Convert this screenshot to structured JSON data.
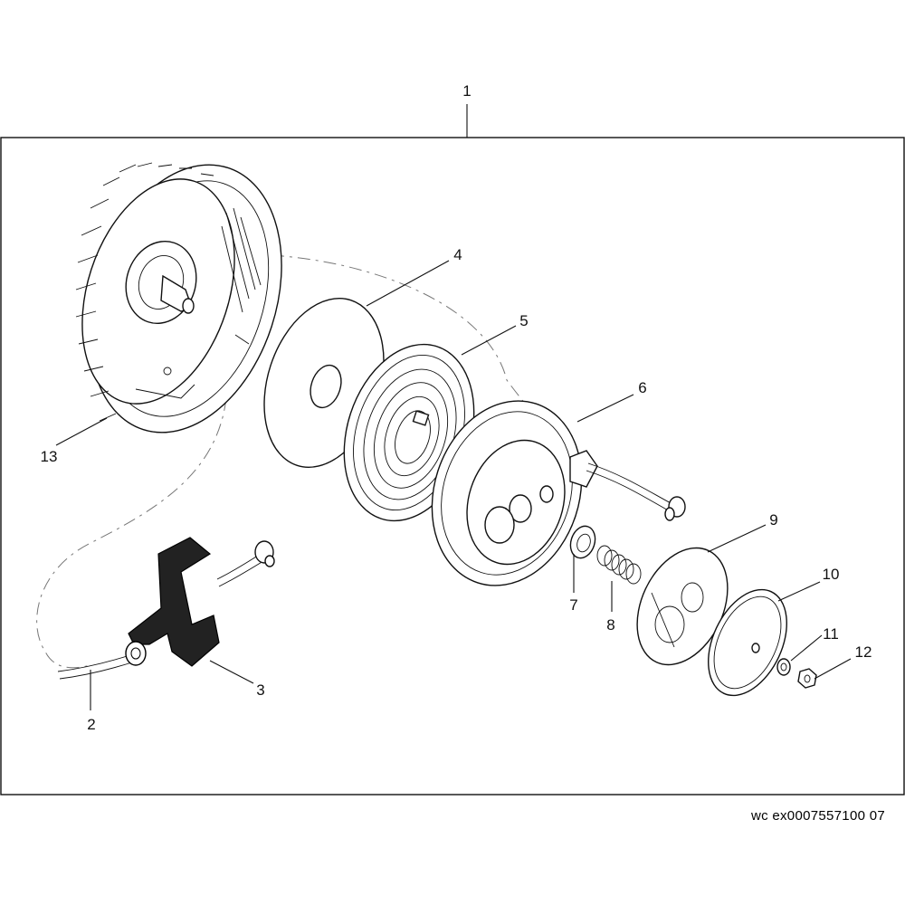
{
  "drawing": {
    "reference_code": "wc  ex0007557100  07"
  },
  "callouts": [
    {
      "id": "c1",
      "label": "1"
    },
    {
      "id": "c2",
      "label": "2"
    },
    {
      "id": "c3",
      "label": "3"
    },
    {
      "id": "c4",
      "label": "4"
    },
    {
      "id": "c5",
      "label": "5"
    },
    {
      "id": "c6",
      "label": "6"
    },
    {
      "id": "c7",
      "label": "7"
    },
    {
      "id": "c8",
      "label": "8"
    },
    {
      "id": "c9",
      "label": "9"
    },
    {
      "id": "c10",
      "label": "10"
    },
    {
      "id": "c11",
      "label": "11"
    },
    {
      "id": "c12",
      "label": "12"
    },
    {
      "id": "c13",
      "label": "13"
    }
  ]
}
